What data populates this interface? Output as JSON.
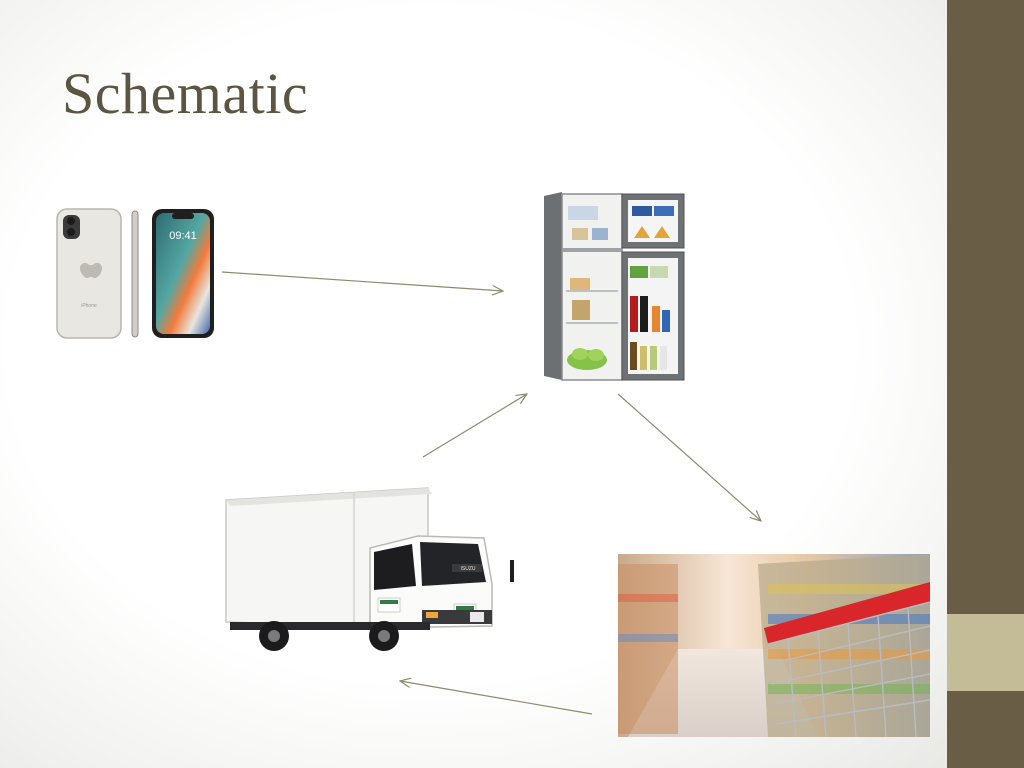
{
  "slide": {
    "title": "Schematic"
  },
  "nodes": [
    {
      "label": "smartphone"
    },
    {
      "label": "refrigerator"
    },
    {
      "label": "supermarket"
    },
    {
      "label": "delivery-truck"
    }
  ],
  "edges": [
    {
      "from": "smartphone",
      "to": "refrigerator"
    },
    {
      "from": "refrigerator",
      "to": "supermarket"
    },
    {
      "from": "supermarket",
      "to": "delivery-truck"
    },
    {
      "from": "delivery-truck",
      "to": "refrigerator"
    }
  ],
  "phone": {
    "screen_time": "09:41"
  },
  "truck": {
    "brand": "ISUZU"
  },
  "colors": {
    "sidebar": "#6a5d45",
    "sidebar_accent": "#c4bc96",
    "title": "#5b5542",
    "arrow": "#8c8b6a"
  }
}
